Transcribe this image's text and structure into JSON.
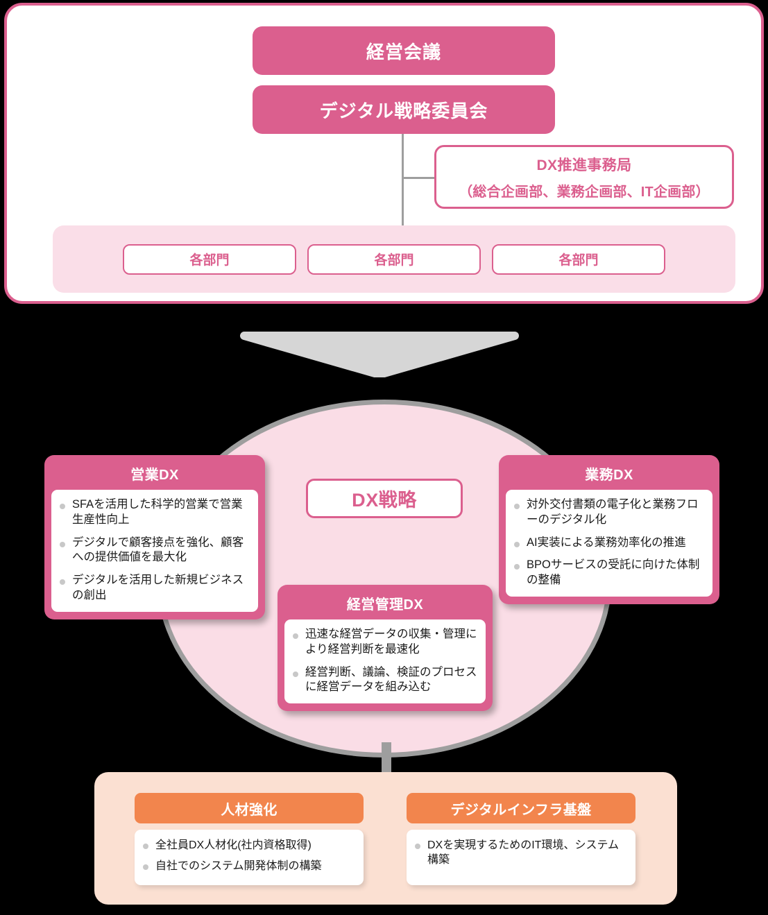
{
  "governance": {
    "executive_meeting": "経営会議",
    "digital_strategy_committee": "デジタル戦略委員会",
    "dx_office": {
      "title": "DX推進事務局",
      "subtitle": "（総合企画部、業務企画部、IT企画部）"
    },
    "departments": [
      {
        "label": "各部門"
      },
      {
        "label": "各部門"
      },
      {
        "label": "各部門"
      }
    ]
  },
  "flow": {
    "arrow_icon": "arrow-down-icon"
  },
  "strategy": {
    "core_label": "DX戦略",
    "pillars": [
      {
        "id": "sales-dx",
        "title": "営業DX",
        "items": [
          "SFAを活用した科学的営業で営業生産性向上",
          "デジタルで顧客接点を強化、顧客への提供価値を最大化",
          "デジタルを活用した新規ビジネスの創出"
        ]
      },
      {
        "id": "operations-dx",
        "title": "業務DX",
        "items": [
          "対外交付書類の電子化と業務フローのデジタル化",
          "AI実装による業務効率化の推進",
          "BPOサービスの受託に向けた体制の整備"
        ]
      },
      {
        "id": "management-dx",
        "title": "経営管理DX",
        "items": [
          "迅速な経営データの収集・管理により経営判断を最速化",
          "経営判断、議論、検証のプロセスに経営データを組み込む"
        ]
      }
    ]
  },
  "foundation": {
    "columns": [
      {
        "id": "talent",
        "title": "人材強化",
        "items": [
          "全社員DX人材化(社内資格取得)",
          "自社でのシステム開発体制の構築"
        ]
      },
      {
        "id": "infrastructure",
        "title": "デジタルインフラ基盤",
        "items": [
          "DXを実現するためのIT環境、システム構築"
        ]
      }
    ]
  },
  "colors": {
    "primary_pink": "#DB5F8E",
    "light_pink": "#FADEE8",
    "circle_fill": "#FADDE6",
    "circle_border": "#9E9E9E",
    "orange": "#F2854D",
    "orange_panel": "#FBE0D2",
    "connector_gray": "#9E9E9E",
    "arrow_gray": "#D6D6D6"
  }
}
